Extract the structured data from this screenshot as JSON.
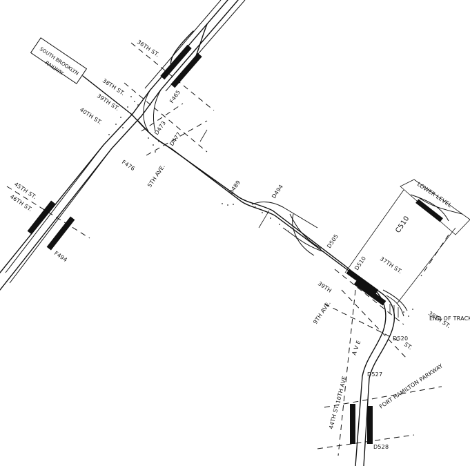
{
  "map": {
    "streets": {
      "s36": "36TH ST.",
      "s38_top": "38TH ST.",
      "s39_top": "39TH ST.",
      "s40": "40TH ST.",
      "s45": "45TH ST.",
      "s46": "46TH ST.",
      "ave5": "5TH AVE.",
      "s37": "37TH ST.",
      "s39_bottom": "39TH",
      "ave9": "9TH AVE.",
      "s38_bottom": "38TH ST.",
      "ave10": "10TH AVE",
      "ave_diag": "A V E",
      "s44": "44TH ST.",
      "parkway": "FORT HAMILTON PARKWAY",
      "st": "ST."
    },
    "railway_label": [
      "SOUTH BROOKLYN",
      "RAILWAY"
    ],
    "codes": {
      "f465": "F465",
      "d473": "D473",
      "d477": "D477",
      "f476": "F476",
      "f494": "F494",
      "d489": "D489",
      "d494": "D494",
      "d505": "D505",
      "d510": "D510",
      "c510": "C510",
      "d520": "D520",
      "d527": "D527",
      "d528": "D528"
    },
    "lower_level": "LOWER LEVEL",
    "end_of_track": "END OF TRACK"
  }
}
